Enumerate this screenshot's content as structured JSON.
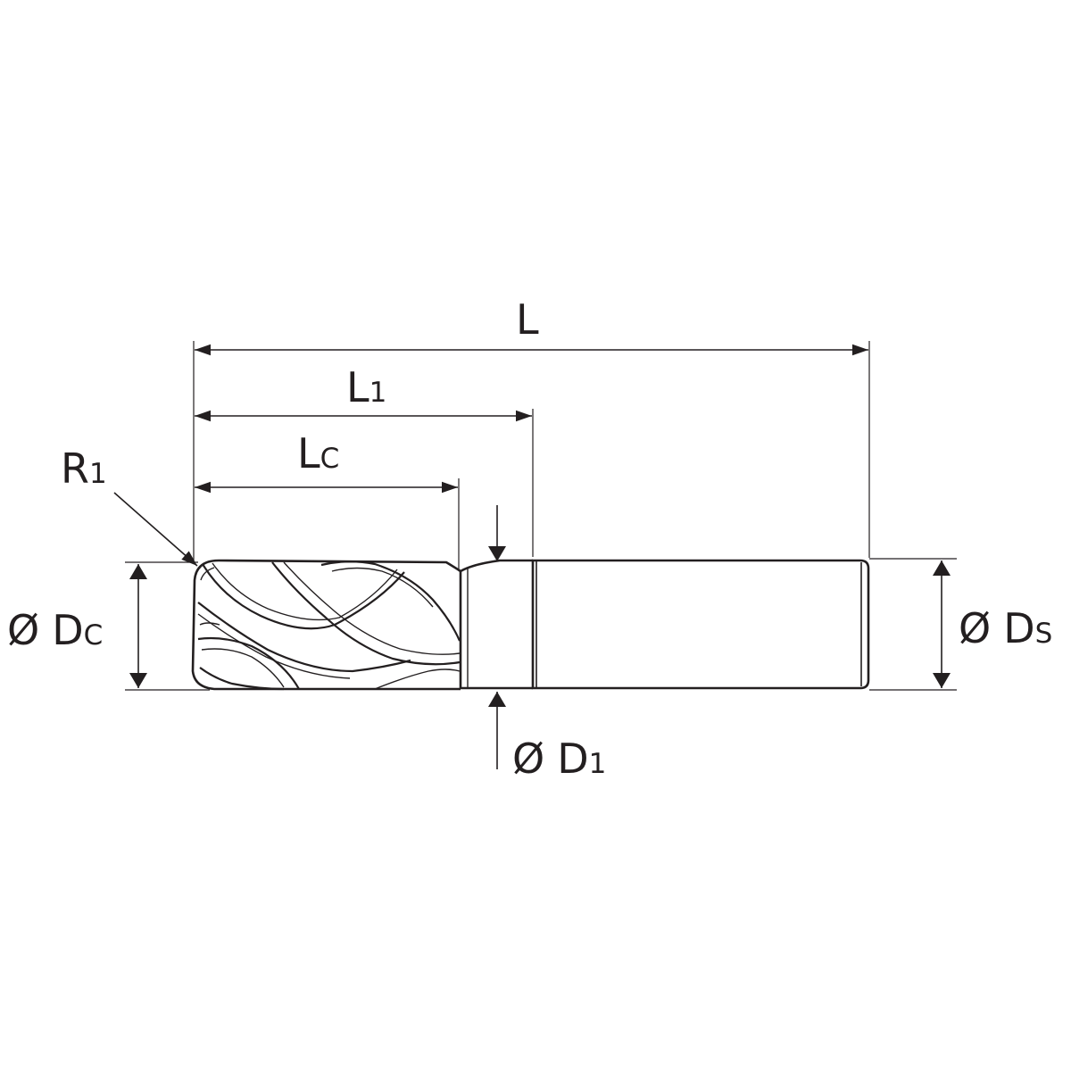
{
  "diagram": {
    "type": "end-mill-dimension-drawing",
    "line_color": "#231f20",
    "background": "#ffffff",
    "labels": {
      "overall_length": {
        "main": "L",
        "sub": ""
      },
      "length_to_neck": {
        "main": "L",
        "sub": "1"
      },
      "cutting_length": {
        "main": "L",
        "sub": "C"
      },
      "corner_radius": {
        "main": "R",
        "sub": "1"
      },
      "cutting_diameter": {
        "symbol": "Ø",
        "main": "D",
        "sub": "C"
      },
      "neck_diameter": {
        "symbol": "Ø",
        "main": "D",
        "sub": "1"
      },
      "shank_diameter": {
        "symbol": "Ø",
        "main": "D",
        "sub": "S"
      }
    }
  }
}
